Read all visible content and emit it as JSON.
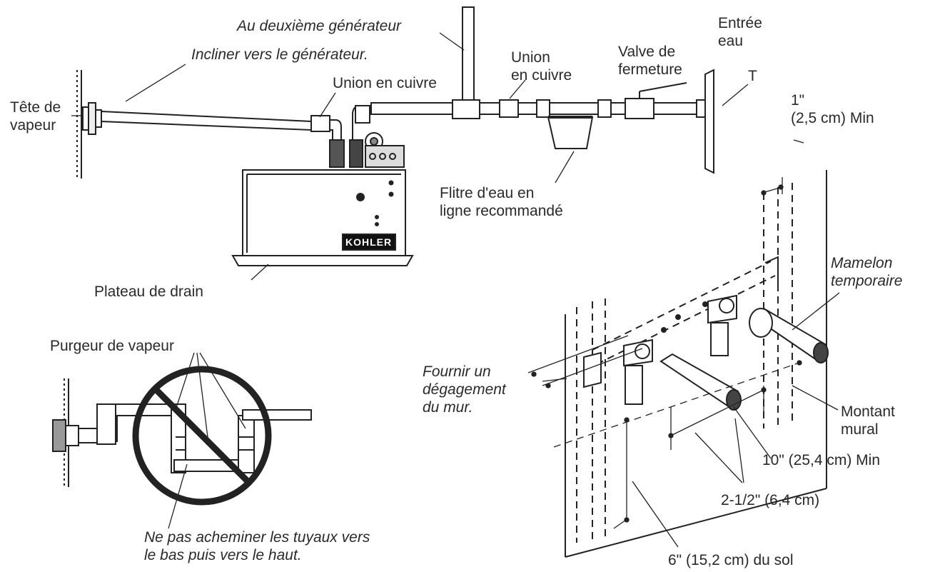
{
  "labels": {
    "au_deuxieme": "Au deuxième générateur",
    "incliner": "Incliner vers le générateur.",
    "tete_de_1": "Tête de",
    "tete_de_2": "vapeur",
    "union_cuivre_1": "Union en cuivre",
    "union_2a": "Union",
    "union_2b": "en cuivre",
    "valve_1": "Valve de",
    "valve_2": "fermeture",
    "entree_1": "Entrée",
    "entree_2": "eau",
    "t": "T",
    "one_inch_1": "1\"",
    "one_inch_2": "(2,5 cm) Min",
    "filtre_1": "Flitre d'eau en",
    "filtre_2": "ligne recommandé",
    "plateau": "Plateau de drain",
    "kohler": "KOHLER",
    "mamelon_1": "Mamelon",
    "mamelon_2": "temporaire",
    "purgeur": "Purgeur de vapeur",
    "fournir_1": "Fournir un",
    "fournir_2": "dégagement",
    "fournir_3": "du mur.",
    "montant_1": "Montant",
    "montant_2": "mural",
    "ten_inch": "10\" (25,4 cm) Min",
    "two_half": "2-1/2\" (6,4 cm)",
    "ne_pas_1": "Ne pas acheminer les tuyaux vers",
    "ne_pas_2": "le bas puis vers le haut.",
    "six_inch": "6\" (15,2 cm) du sol"
  }
}
